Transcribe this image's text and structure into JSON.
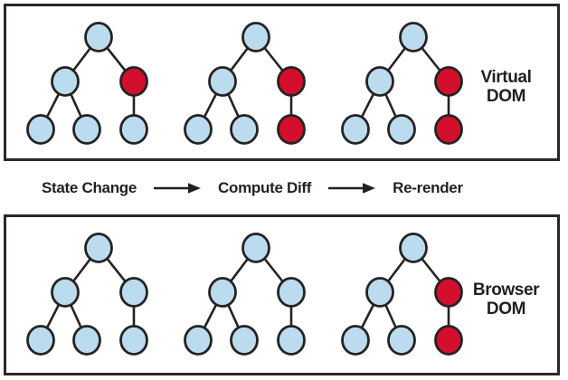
{
  "colors": {
    "node_default": "#BBDCEE",
    "node_changed": "#D30F2D",
    "outline": "#262223",
    "text": "#231F20"
  },
  "node_order": [
    "root",
    "left",
    "right",
    "left-left",
    "left-right",
    "right-child"
  ],
  "panels": [
    {
      "id": "virtual-dom",
      "label_line1": "Virtual",
      "label_line2": "DOM",
      "trees": [
        {
          "changed": [
            false,
            false,
            true,
            false,
            false,
            false
          ]
        },
        {
          "changed": [
            false,
            false,
            true,
            false,
            false,
            true
          ]
        },
        {
          "changed": [
            false,
            false,
            true,
            false,
            false,
            true
          ]
        }
      ]
    },
    {
      "id": "browser-dom",
      "label_line1": "Browser",
      "label_line2": "DOM",
      "trees": [
        {
          "changed": [
            false,
            false,
            false,
            false,
            false,
            false
          ]
        },
        {
          "changed": [
            false,
            false,
            false,
            false,
            false,
            false
          ]
        },
        {
          "changed": [
            false,
            false,
            true,
            false,
            false,
            true
          ]
        }
      ]
    }
  ],
  "process": {
    "steps": [
      "State Change",
      "Compute Diff",
      "Re-render"
    ]
  }
}
